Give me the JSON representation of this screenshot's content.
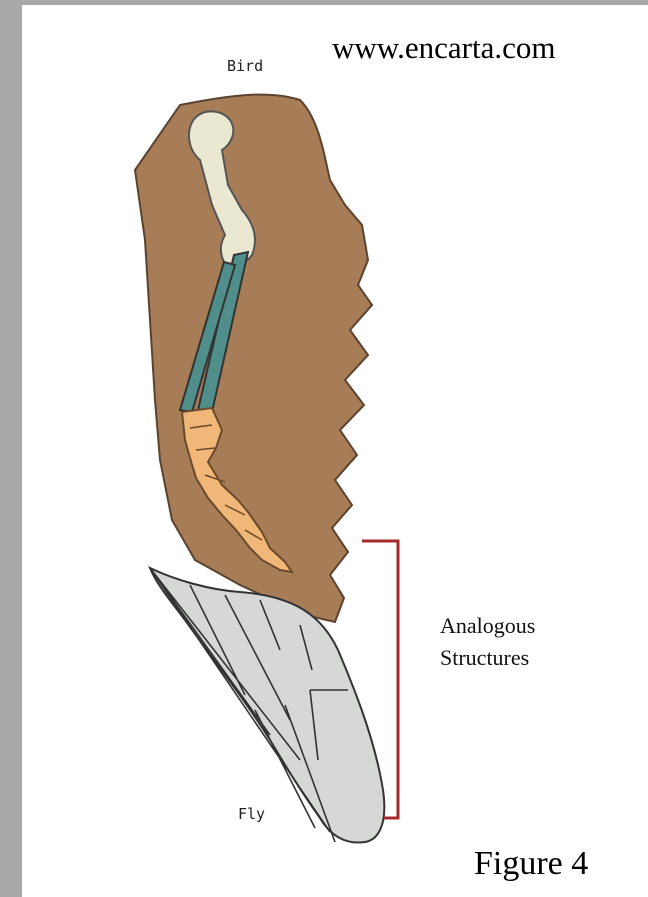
{
  "source": "www.encarta.com",
  "labels": {
    "bird": "Bird",
    "fly": "Fly",
    "analogous_line1": "Analogous",
    "analogous_line2": "Structures"
  },
  "caption": "Figure 4",
  "colors": {
    "frame": "#a9a9a9",
    "bird_wing": "#a77d58",
    "humerus": "#ebe8d2",
    "forearm_bones": "#4f8e8a",
    "hand_bones": "#f0b779",
    "fly_wing": "#d6d8d5",
    "bracket": "#a52a2a"
  }
}
